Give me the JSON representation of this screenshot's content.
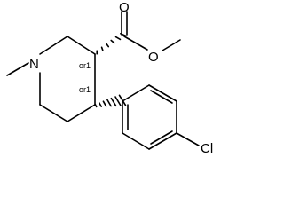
{
  "molecule": {
    "atoms": {
      "n_ring": "N",
      "o_carbonyl": "O",
      "o_ester": "O",
      "chlorine": "Cl"
    },
    "stereo_labels": {
      "c3": "or1",
      "c4": "or1"
    },
    "colors": {
      "bond": "#000000",
      "text": "#000000",
      "background": "#ffffff"
    }
  }
}
